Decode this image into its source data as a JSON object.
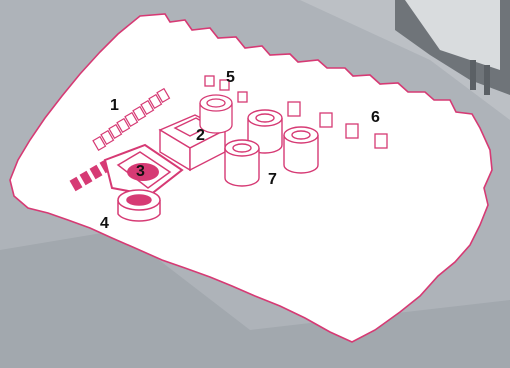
{
  "colors": {
    "board_fill": "#ffffff",
    "board_outline": "#d63a74",
    "component_outline": "#d63a74",
    "highlight_fill": "#d63a74",
    "background": "#a7adb4",
    "label_text": "#111111"
  },
  "callouts": [
    {
      "id": "1",
      "text": "1"
    },
    {
      "id": "2",
      "text": "2"
    },
    {
      "id": "3",
      "text": "3"
    },
    {
      "id": "4",
      "text": "4"
    },
    {
      "id": "5",
      "text": "5"
    },
    {
      "id": "6",
      "text": "6"
    },
    {
      "id": "7",
      "text": "7"
    }
  ]
}
